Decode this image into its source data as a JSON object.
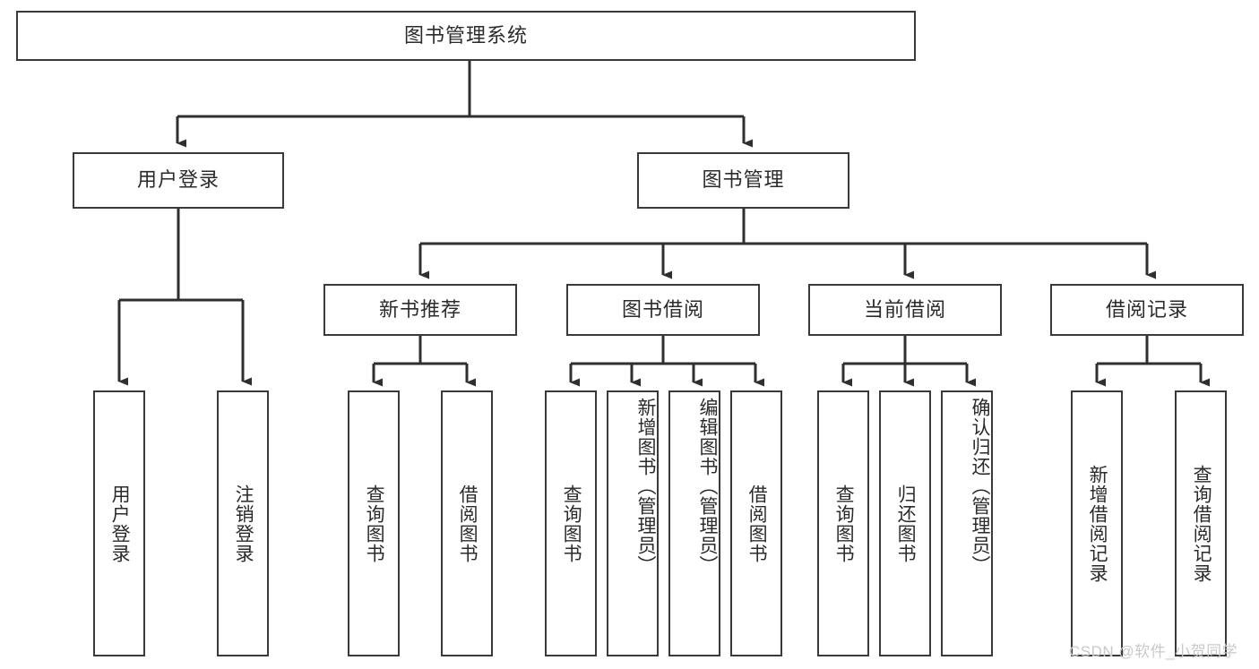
{
  "diagram": {
    "title": "图书管理系统",
    "type": "tree-hierarchy-chart",
    "colors": {
      "background": "#ffffff",
      "node_border": "#3a3a3a",
      "node_fill": "#ffffff",
      "connector": "#2f2f2f",
      "text": "#2b2b2b",
      "watermark": "#c9c9c9"
    },
    "root": {
      "label": "图书管理系统"
    },
    "level2": [
      {
        "label": "用户登录"
      },
      {
        "label": "图书管理"
      }
    ],
    "level3": [
      {
        "label": "新书推荐"
      },
      {
        "label": "图书借阅"
      },
      {
        "label": "当前借阅"
      },
      {
        "label": "借阅记录"
      }
    ],
    "leaves": {
      "user_login": [
        {
          "label": "用户登录"
        },
        {
          "label": "注销登录"
        }
      ],
      "new_book_recommend": [
        {
          "label": "查询图书"
        },
        {
          "label": "借阅图书"
        }
      ],
      "book_borrow": [
        {
          "label": "查询图书"
        },
        {
          "label": "新增图书（管理员）"
        },
        {
          "label": "编辑图书（管理员）"
        },
        {
          "label": "借阅图书"
        }
      ],
      "current_borrow": [
        {
          "label": "查询图书"
        },
        {
          "label": "归还图书"
        },
        {
          "label": "确认归还（管理员）"
        }
      ],
      "borrow_record": [
        {
          "label": "新增借阅记录"
        },
        {
          "label": "查询借阅记录"
        }
      ]
    },
    "watermark": "CSDN @软件_小贺同学"
  }
}
